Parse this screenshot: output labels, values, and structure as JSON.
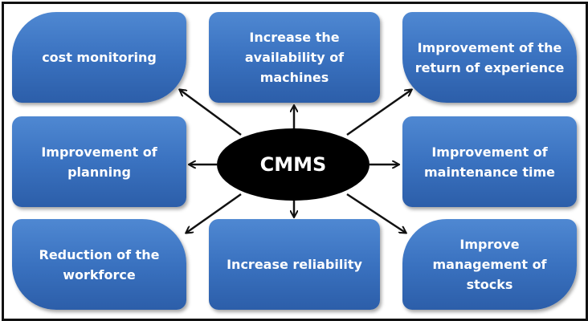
{
  "center": "CMMS",
  "boxes": [
    "cost monitoring",
    "Increase the availability of machines",
    "Improvement of the return of experience",
    "Improvement of planning",
    "Improvement of maintenance time",
    "Reduction of the workforce",
    "Increase reliability",
    "Improve management of stocks"
  ],
  "colors": {
    "box": "#3a72c0",
    "center": "#000000",
    "arrow": "#111111"
  }
}
